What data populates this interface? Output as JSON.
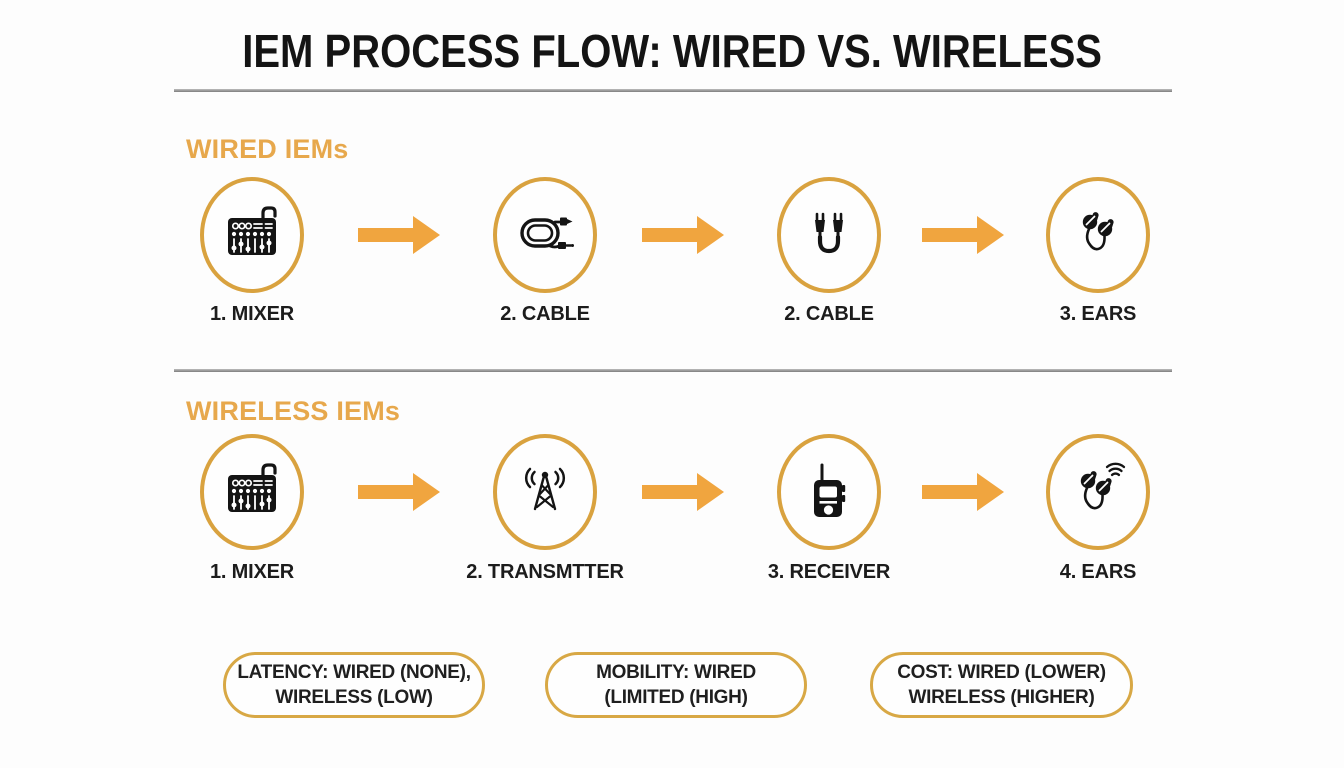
{
  "title": "IEM PROCESS FLOW: WIRED VS. WIRELESS",
  "colors": {
    "accent_arrow": "#F0A53F",
    "circle_border": "#D9A23F",
    "heading_gold": "#E7A84C",
    "pill_border": "#D8A845",
    "text_dark": "#1C1C1C",
    "divider_gray": "#8F8F8F",
    "background": "#FDFDFD"
  },
  "sections": [
    {
      "heading": "WIRED IEMs",
      "steps": [
        {
          "label": "1. MIXER",
          "icon": "mixer-icon"
        },
        {
          "label": "2. CABLE",
          "icon": "cable-coil-icon"
        },
        {
          "label": "2. CABLE",
          "icon": "cable-plugs-icon"
        },
        {
          "label": "3. EARS",
          "icon": "earbuds-icon"
        }
      ]
    },
    {
      "heading": "WIRELESS IEMs",
      "steps": [
        {
          "label": "1. MIXER",
          "icon": "mixer-icon"
        },
        {
          "label": "2. TRANSMTTER",
          "icon": "transmitter-icon"
        },
        {
          "label": "3. RECEIVER",
          "icon": "receiver-icon"
        },
        {
          "label": "4. EARS",
          "icon": "wireless-earbuds-icon"
        }
      ]
    }
  ],
  "summary_pills": [
    {
      "name": "latency",
      "line1": "LATENCY: WIRED (NONE),",
      "line2": "WIRELESS (LOW)"
    },
    {
      "name": "mobility",
      "line1": "MOBILITY: WIRED",
      "line2": "(LIMITED (HIGH)"
    },
    {
      "name": "cost",
      "line1": "COST: WIRED (LOWER)",
      "line2": "WIRELESS (HIGHER)"
    }
  ]
}
